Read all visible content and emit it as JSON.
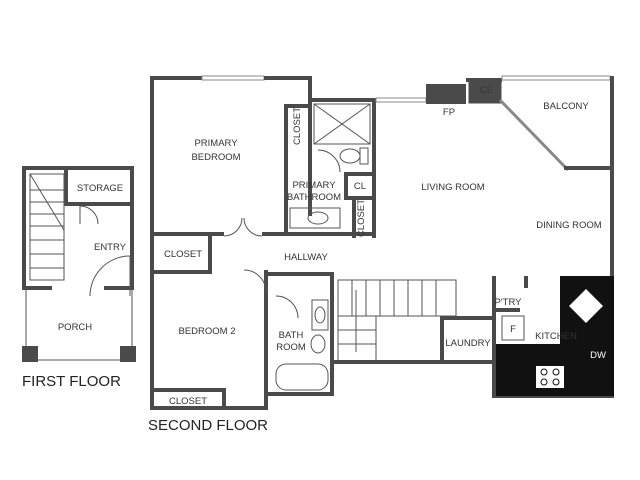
{
  "plan": {
    "first_floor_title": "FIRST FLOOR",
    "second_floor_title": "SECOND FLOOR",
    "first_floor_rooms": {
      "storage": "STORAGE",
      "entry": "ENTRY",
      "porch": "PORCH"
    },
    "second_floor_rooms": {
      "primary_bedroom_1": "PRIMARY",
      "primary_bedroom_2": "BEDROOM",
      "closet_primary": "CLOSET",
      "primary_bathroom_1": "PRIMARY",
      "primary_bathroom_2": "BATHROOM",
      "cl_bath": "CL",
      "closet_bath_v": "CLOSET",
      "closet_hall": "CLOSET",
      "hallway": "HALLWAY",
      "bedroom2": "BEDROOM 2",
      "closet_bed2": "CLOSET",
      "bath_room_1": "BATH",
      "bath_room_2": "ROOM",
      "living_room": "LIVING ROOM",
      "fp": "FP",
      "cl_balcony": "CL",
      "balcony": "BALCONY",
      "dining_room": "DINING ROOM",
      "pantry": "P'TRY",
      "fridge": "F",
      "kitchen": "KITCHEN",
      "laundry": "LAUNDRY",
      "dw": "DW"
    }
  }
}
